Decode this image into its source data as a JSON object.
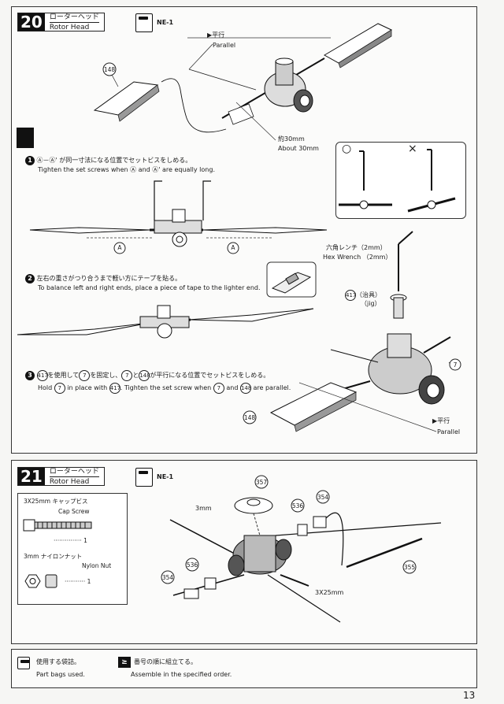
{
  "step20": {
    "number": "20",
    "title_jp": "ローターヘッド",
    "title_en": "Rotor Head",
    "bag": "NE-1",
    "part148": "148",
    "parallel_jp": "平行",
    "parallel_en": "Parallel",
    "about_jp": "約30mm",
    "about_en": "About 30mm",
    "sub1_marker": "1",
    "sub1_jp": "Ⓐ－Ⓐ' が同一寸法になる位置でセットビスをしめる。",
    "sub1_en": "Tighten the set screws when Ⓐ and Ⓐ' are equally long.",
    "label_a": "A",
    "label_a2": "A",
    "sub2_marker": "2",
    "sub2_jp": "左右の重さがつり合うまで軽い方にテープを貼る。",
    "sub2_en": "To balance left and right ends, place a piece of tape to the lighter end.",
    "wrench_jp": "六角レンチ（2mm）",
    "wrench_en": "Hex Wrench （2mm）",
    "jig_num": "417",
    "jig_jp": "（治具）",
    "jig_en": "（jig）",
    "part7": "7",
    "sub3_marker": "3",
    "sub3_jp_a": "を使用して",
    "sub3_jp_b": "を固定し、",
    "sub3_jp_c": "と",
    "sub3_jp_d": "が平行になる位置でセットビスをしめる。",
    "sub3_en_a": "Hold",
    "sub3_en_b": "in place with",
    "sub3_en_c": ". Tighten the set screw when",
    "sub3_en_d": "and",
    "sub3_en_e": "are parallel.",
    "part148b": "148",
    "parallel2_jp": "平行",
    "parallel2_en": "Parallel",
    "ok_mark": "○",
    "ng_mark": "×"
  },
  "step21": {
    "number": "21",
    "title_jp": "ローターヘッド",
    "title_en": "Rotor Head",
    "bag": "NE-1",
    "screw_jp": "3X25mm キャップビス",
    "screw_en": "Cap Screw",
    "screw_qty": "1",
    "nut_jp": "3mm ナイロンナット",
    "nut_en": "Nylon Nut",
    "nut_qty": "1",
    "p357": "357",
    "p536": "536",
    "p354": "354",
    "p355": "355",
    "p536b": "536",
    "p354b": "354",
    "label_3mm": "3mm",
    "label_3x25": "3X25mm"
  },
  "legend": {
    "bag_jp": "使用する袋詰。",
    "bag_en": "Part bags used.",
    "seq_jp": "番号の順に組立てる。",
    "seq_en": "Assemble in the specified order."
  },
  "page_number": "13"
}
